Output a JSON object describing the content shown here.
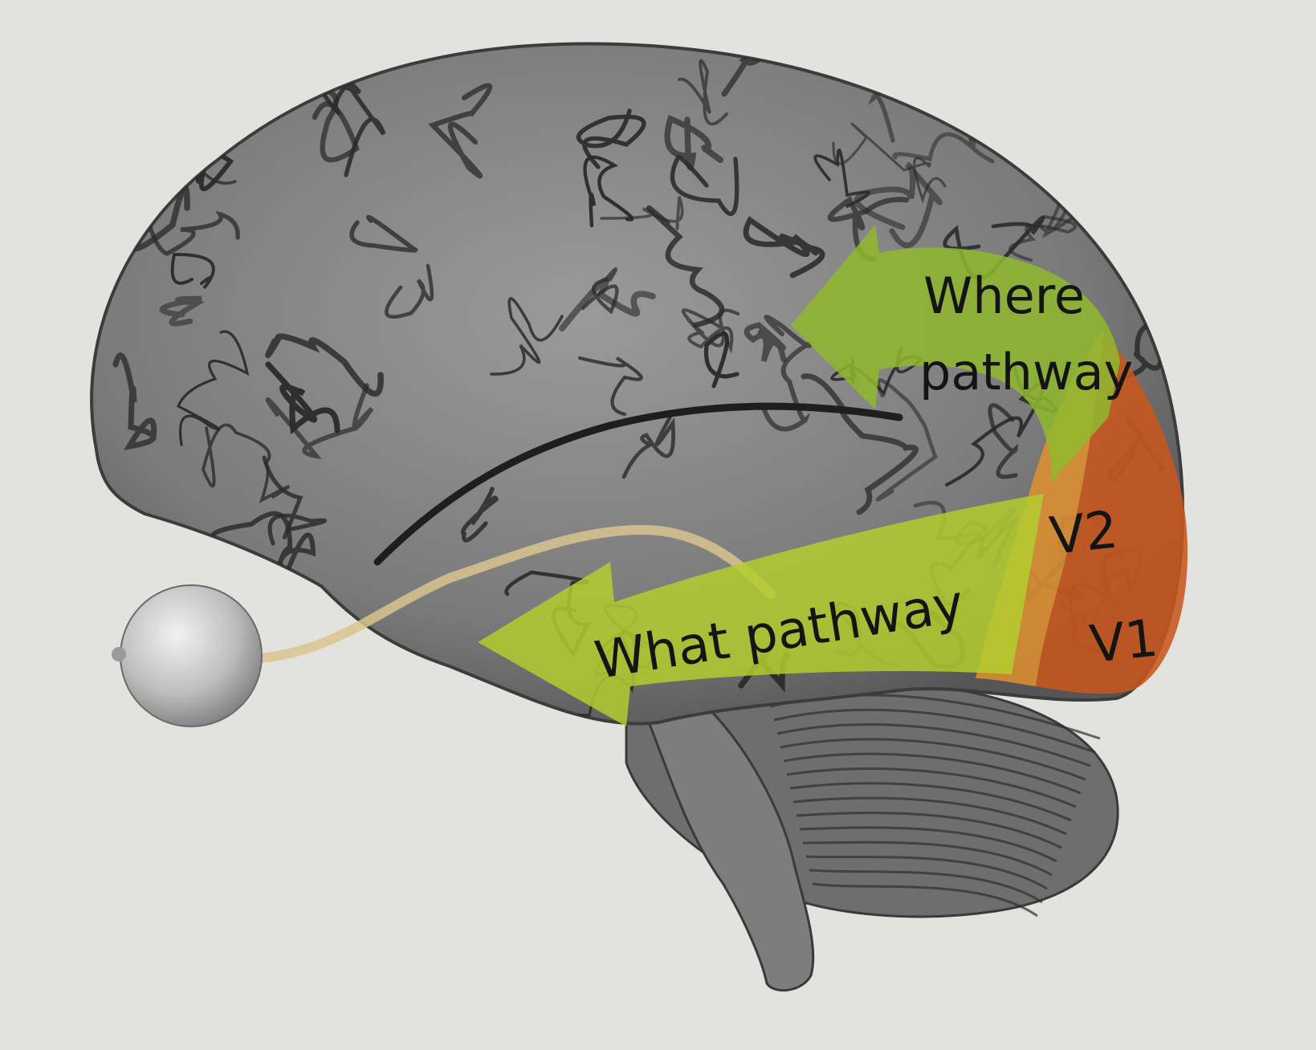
{
  "labels": {
    "where_line1": "Where",
    "where_line2": "pathway",
    "what": "What pathway",
    "v2": "V2",
    "v1": "V1"
  },
  "colors": {
    "background": "#e2e3de",
    "brain": "#7d7d7d",
    "brain_dark": "#3a3a3a",
    "cerebellum": "#6e6e6e",
    "eyeball": "#c9c9c9",
    "optic_nerve": "#d9c48f",
    "where_arrow": "#8fb82e",
    "what_arrow": "#b3cc2e",
    "v2_region": "#e0902e",
    "v1_region": "#c8571e",
    "label_text": "#141414"
  }
}
